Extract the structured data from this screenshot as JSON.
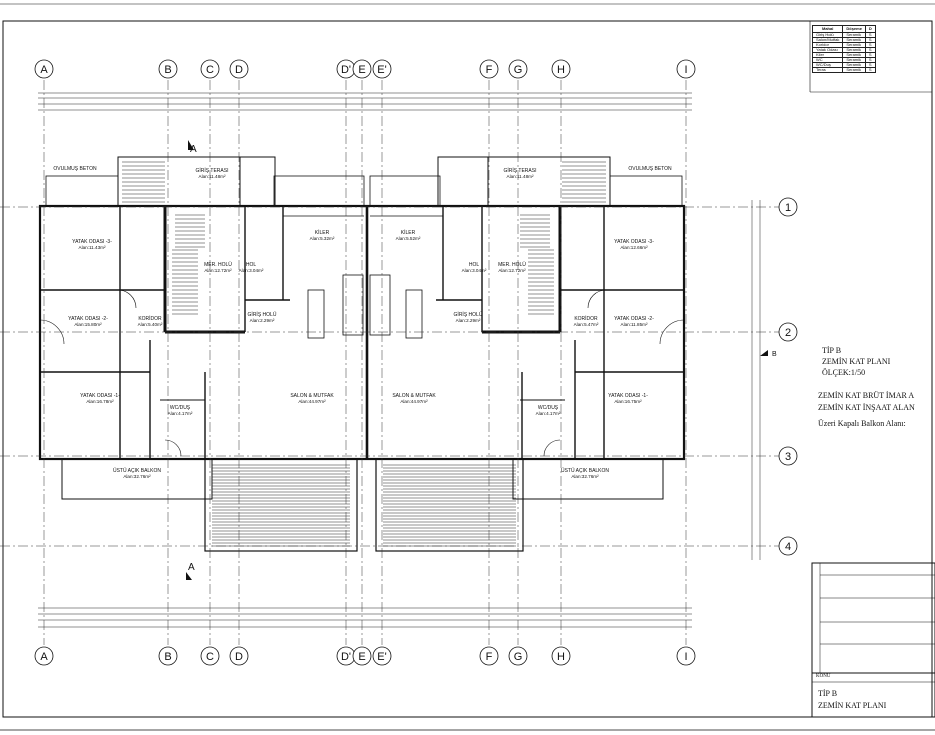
{
  "grid": {
    "columns": [
      "A",
      "B",
      "C",
      "D",
      "D'",
      "E",
      "E'",
      "F",
      "G",
      "H",
      "I"
    ],
    "rows": [
      "1",
      "2",
      "3",
      "4"
    ]
  },
  "section_marks": {
    "a": "A",
    "b": "B"
  },
  "rooms_left": [
    {
      "name": "GİRİŞ TERASI",
      "area": "Alan:11.48m²"
    },
    {
      "name": "YATAK ODASI -3-",
      "area": "Alan:11.43m²"
    },
    {
      "name": "MER. HOLÜ",
      "area": "Alan:12.72m²"
    },
    {
      "name": "HOL",
      "area": "Alan:3.04m²"
    },
    {
      "name": "KİLER",
      "area": "Alan:5.32m²"
    },
    {
      "name": "YATAK ODASI -2-",
      "area": "Alan:15.80m²"
    },
    {
      "name": "KORİDOR",
      "area": "Alan:5.40m²"
    },
    {
      "name": "GİRİŞ HOLÜ",
      "area": "Alan:2.29m²"
    },
    {
      "name": "YATAK ODASI -1-",
      "area": "Alan:16.78m²"
    },
    {
      "name": "SALON & MUTFAK",
      "area": "Alan:44.97m²"
    },
    {
      "name": "ÜSTÜ AÇIK BALKON",
      "area": "Alan:32.76m²"
    },
    {
      "name": "WC/DUŞ",
      "area": "Alan:4.17m²"
    },
    {
      "name": "OVULMUŞ BETON",
      "area": ""
    }
  ],
  "rooms_right": [
    {
      "name": "GİRİŞ TERASI",
      "area": "Alan:11.48m²"
    },
    {
      "name": "YATAK ODASI -3-",
      "area": "Alan:12.66m²"
    },
    {
      "name": "MER. HOLÜ",
      "area": "Alan:12.72m²"
    },
    {
      "name": "HOL",
      "area": "Alan:3.04m²"
    },
    {
      "name": "KİLER",
      "area": "Alan:5.52m²"
    },
    {
      "name": "YATAK ODASI -2-",
      "area": "Alan:11.85m²"
    },
    {
      "name": "KORİDOR",
      "area": "Alan:5.47m²"
    },
    {
      "name": "GİRİŞ HOLÜ",
      "area": "Alan:2.29m²"
    },
    {
      "name": "YATAK ODASI -1-",
      "area": "Alan:16.75m²"
    },
    {
      "name": "SALON & MUTFAK",
      "area": "Alan:44.97m²"
    },
    {
      "name": "ÜSTÜ AÇIK BALKON",
      "area": "Alan:32.76m²"
    },
    {
      "name": "WC/DUŞ",
      "area": "Alan:4.17m²"
    },
    {
      "name": "OVULMUŞ BETON",
      "area": ""
    }
  ],
  "plan_title": {
    "line1": "TİP B",
    "line2": "ZEMİN KAT PLANI",
    "line3": "ÖLÇEK:1/50"
  },
  "areas_text": {
    "line1": "ZEMİN KAT BRÜT İMAR A",
    "line2": "ZEMİN KAT İNŞAAT ALAN",
    "line3": "Üzeri Kapalı Balkon Alanı:"
  },
  "legend": {
    "headers": [
      "Mahal",
      "Döşeme",
      "D"
    ],
    "rows": [
      [
        "Giriş Holü",
        "Seramik",
        "S"
      ],
      [
        "Salon/Mutfak",
        "Seramik",
        "S"
      ],
      [
        "Koridor",
        "Seramik",
        "S"
      ],
      [
        "Yatak Odası",
        "Seramik",
        "S"
      ],
      [
        "Kiler",
        "Seramik",
        "S"
      ],
      [
        "WC",
        "Seramik",
        "S"
      ],
      [
        "WC/Duş",
        "Seramik",
        "S"
      ],
      [
        "Teras",
        "Seramik",
        "S"
      ]
    ]
  },
  "title_block": {
    "konu_label": "KONU",
    "konu_line1": "TİP B",
    "konu_line2": "ZEMİN KAT PLANI"
  }
}
